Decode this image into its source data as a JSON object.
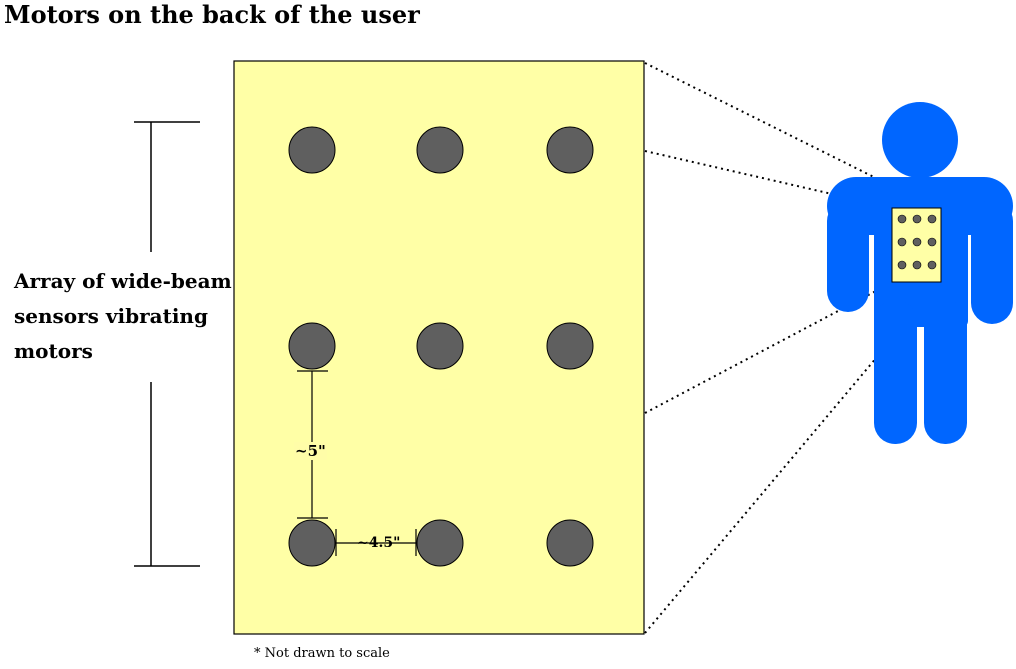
{
  "title": "Motors on the back of the user",
  "array_label": {
    "line1": "Array of wide-beam",
    "line2": "sensors vibrating",
    "line3": "motors"
  },
  "dimensions": {
    "vertical_spacing": "~5\"",
    "horizontal_spacing": "~4.5\""
  },
  "footnote": "* Not drawn to scale",
  "colors": {
    "panel_fill": "#ffffa6",
    "motor_fill": "#5f5f5f",
    "person_fill": "#0066ff"
  }
}
